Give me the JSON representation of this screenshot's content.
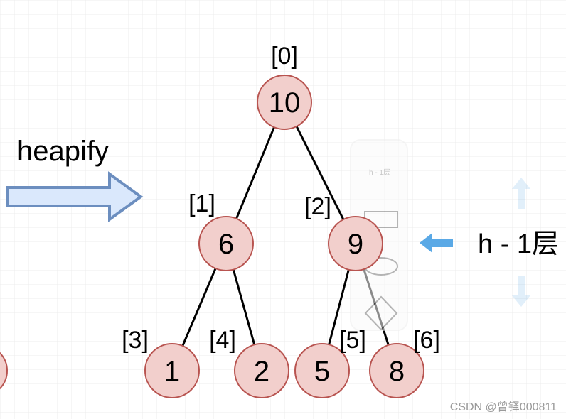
{
  "diagram": {
    "arrow_caption": "heapify",
    "level_caption": "h - 1层",
    "toolbar_caption": "h - 1层",
    "watermark": "CSDN @曾铎000811",
    "nodes": [
      {
        "id": "n0",
        "value": "10",
        "index": "[0]"
      },
      {
        "id": "n1",
        "value": "6",
        "index": "[1]"
      },
      {
        "id": "n2",
        "value": "9",
        "index": "[2]"
      },
      {
        "id": "n3",
        "value": "1",
        "index": "[3]"
      },
      {
        "id": "n4",
        "value": "2",
        "index": "[4]"
      },
      {
        "id": "n5",
        "value": "5",
        "index": "[5]"
      },
      {
        "id": "n6",
        "value": "8",
        "index": "[6]"
      }
    ],
    "edges": [
      [
        "n0",
        "n1"
      ],
      [
        "n0",
        "n2"
      ],
      [
        "n1",
        "n3"
      ],
      [
        "n1",
        "n4"
      ],
      [
        "n2",
        "n5"
      ],
      [
        "n2",
        "n6"
      ]
    ],
    "colors": {
      "node_fill": "#f2cfcc",
      "node_stroke": "#b85450",
      "edge": "#000000",
      "grid": "#e6e6e6",
      "arrow_fill": "#dae8fc",
      "arrow_stroke": "#6c8ebf",
      "pointer_arrow": "#5aa9e6"
    }
  }
}
